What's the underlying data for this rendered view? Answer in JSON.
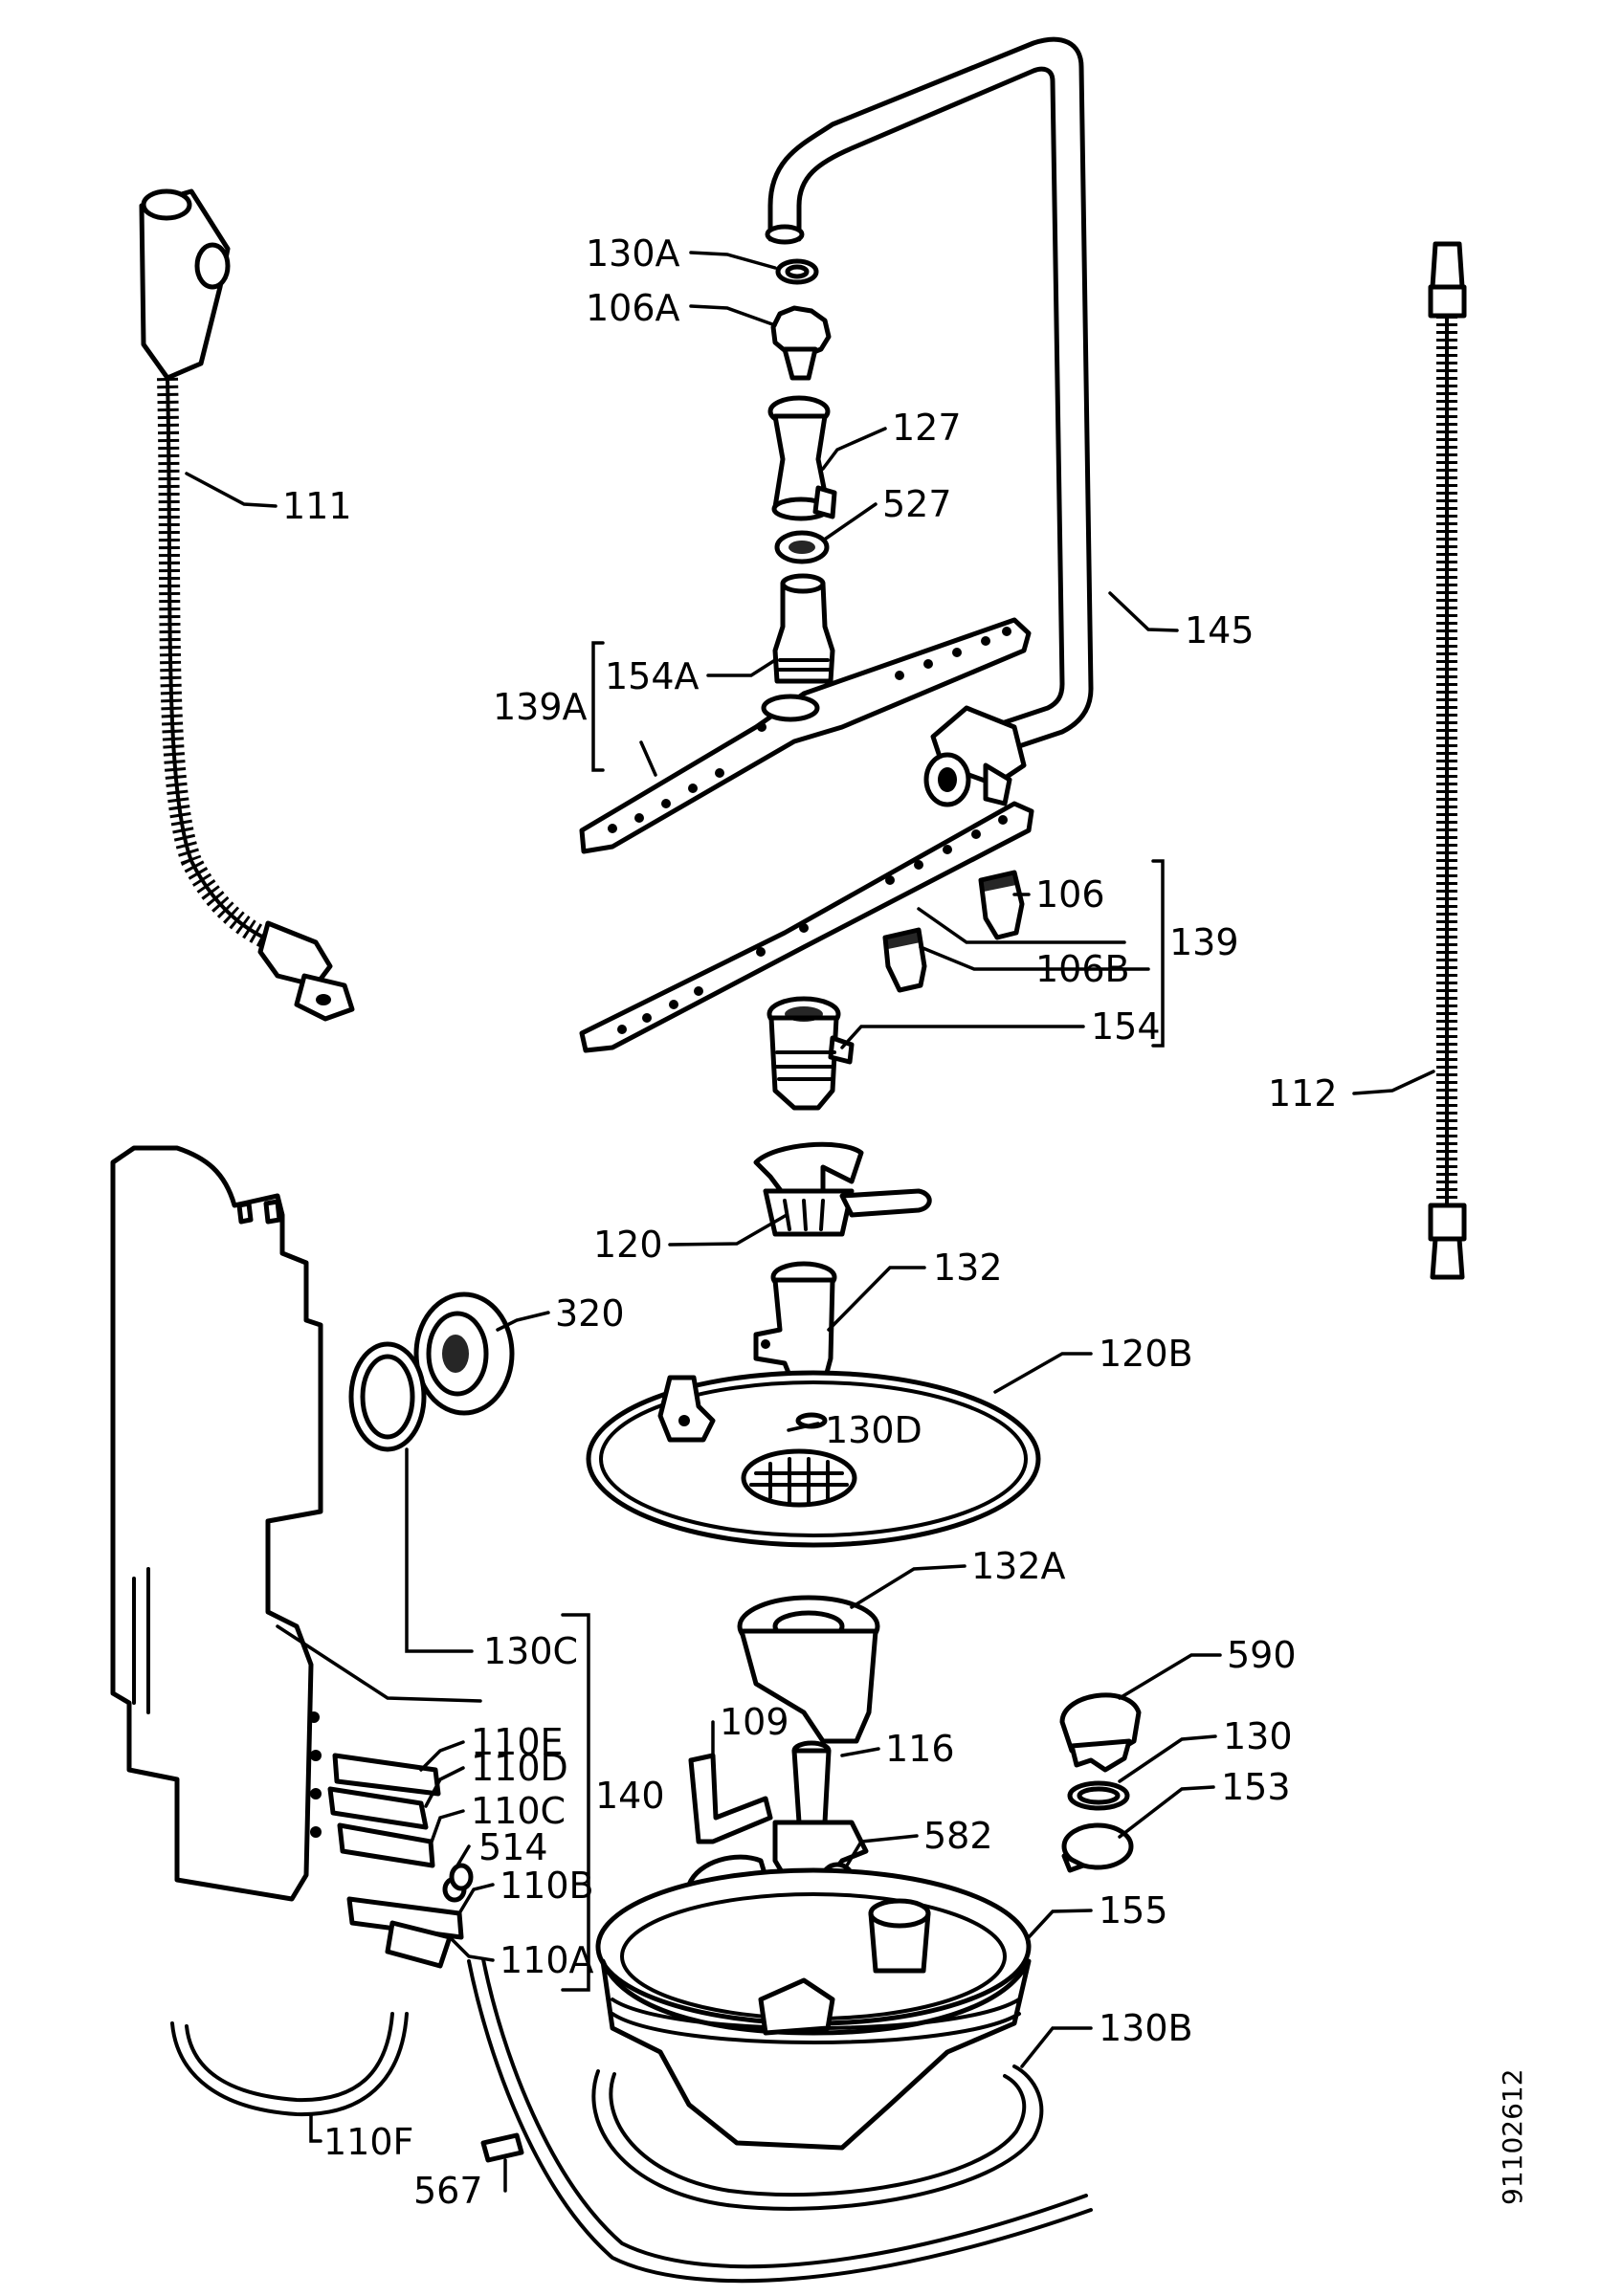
{
  "document_number": "91102612",
  "labels": {
    "p130A": "130A",
    "p106A": "106A",
    "p127": "127",
    "p527": "527",
    "p111": "111",
    "p145": "145",
    "p154A": "154A",
    "p139A": "139A",
    "p106": "106",
    "p139": "139",
    "p106B": "106B",
    "p154": "154",
    "p112": "112",
    "p120": "120",
    "p132": "132",
    "p320": "320",
    "p120B": "120B",
    "p130D": "130D",
    "p132A": "132A",
    "p130C": "130C",
    "p590": "590",
    "p109": "109",
    "p116": "116",
    "p110E": "110E",
    "p110D": "110D",
    "p110C": "110C",
    "p140": "140",
    "p130": "130",
    "p153": "153",
    "p514": "514",
    "p582": "582",
    "p110B": "110B",
    "p155": "155",
    "p110A": "110A",
    "p130B": "130B",
    "p110F": "110F",
    "p567": "567"
  }
}
